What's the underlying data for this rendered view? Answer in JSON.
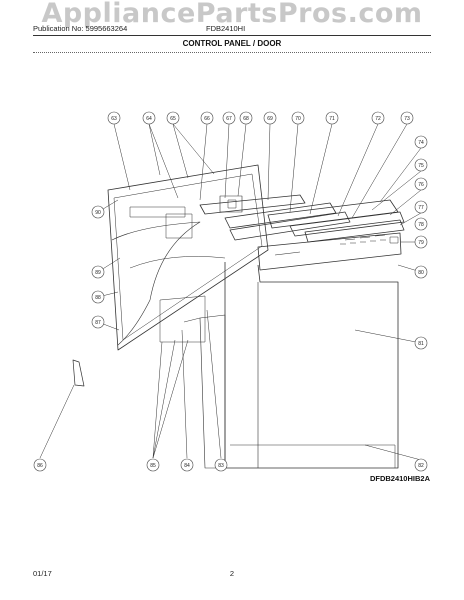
{
  "watermark": "AppliancePartsPros.com",
  "header": {
    "publication": "Publication No: 5995663264",
    "model": "FDB2410HI",
    "section_title": "CONTROL PANEL / DOOR"
  },
  "callouts": [
    "63",
    "64",
    "65",
    "66",
    "67",
    "68",
    "69",
    "70",
    "71",
    "72",
    "73",
    "74",
    "75",
    "76",
    "77",
    "78",
    "79",
    "80",
    "81",
    "82",
    "83",
    "84",
    "85",
    "86",
    "87",
    "88",
    "89",
    "90"
  ],
  "drawing_code": "DFDB2410HIB2A",
  "footer": {
    "date": "01/17",
    "page": "2"
  }
}
